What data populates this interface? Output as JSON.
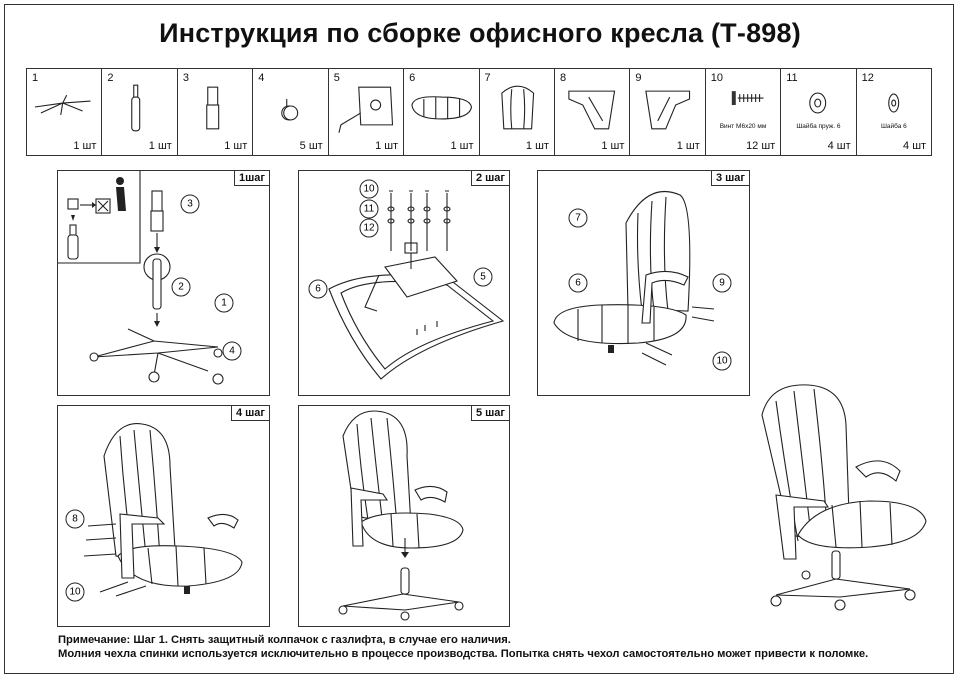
{
  "title": "Инструкция по сборке офисного кресла (Т-898)",
  "parts": [
    {
      "num": "1",
      "qty": "1 шт",
      "icon": "star-base-icon",
      "caption": ""
    },
    {
      "num": "2",
      "qty": "1 шт",
      "icon": "gas-lift-icon",
      "caption": ""
    },
    {
      "num": "3",
      "qty": "1 шт",
      "icon": "lift-cover-icon",
      "caption": ""
    },
    {
      "num": "4",
      "qty": "5 шт",
      "icon": "caster-icon",
      "caption": ""
    },
    {
      "num": "5",
      "qty": "1 шт",
      "icon": "mechanism-icon",
      "caption": ""
    },
    {
      "num": "6",
      "qty": "1 шт",
      "icon": "seat-icon",
      "caption": ""
    },
    {
      "num": "7",
      "qty": "1 шт",
      "icon": "backrest-icon",
      "caption": ""
    },
    {
      "num": "8",
      "qty": "1 шт",
      "icon": "armrest-left-icon",
      "caption": ""
    },
    {
      "num": "9",
      "qty": "1 шт",
      "icon": "armrest-right-icon",
      "caption": ""
    },
    {
      "num": "10",
      "qty": "12 шт",
      "icon": "screws-icon",
      "caption": "Винт М6х20 мм"
    },
    {
      "num": "11",
      "qty": "4 шт",
      "icon": "spring-washer-icon",
      "caption": "Шайба пруж. 6"
    },
    {
      "num": "12",
      "qty": "4 шт",
      "icon": "washer-icon",
      "caption": "Шайба 6"
    }
  ],
  "steps": [
    {
      "label": "1шаг"
    },
    {
      "label": "2 шаг"
    },
    {
      "label": "3 шаг"
    },
    {
      "label": "4 шаг"
    },
    {
      "label": "5 шаг"
    }
  ],
  "callouts": {
    "s1": [
      "3",
      "2",
      "1",
      "4"
    ],
    "s2": [
      "10",
      "11",
      "12",
      "6",
      "5"
    ],
    "s3": [
      "7",
      "6",
      "9",
      "10"
    ],
    "s4": [
      "8",
      "10"
    ]
  },
  "note": {
    "prefix": "Примечание:",
    "line1": " Шаг 1. Снять защитный колпачок с газлифта, в случае его наличия.",
    "line2": "Молния чехла спинки используется исключительно в процессе производства. Попытка снять чехол самостоятельно может привести к поломке."
  }
}
